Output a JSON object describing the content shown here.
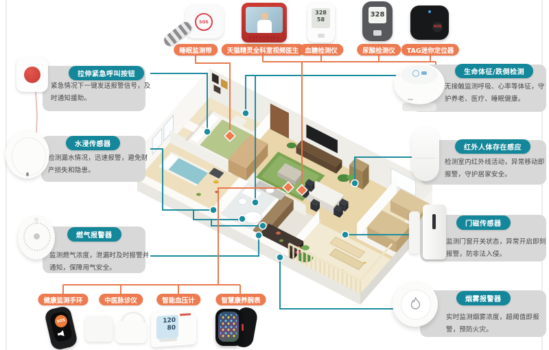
{
  "top_row": {
    "devices": [
      {
        "name": "sleep-monitor-belt",
        "label": "睡眠监测带",
        "badge": "SOS"
      },
      {
        "name": "tmall-genie-video-doctor",
        "label": "天猫精灵全科室视频医生"
      },
      {
        "name": "blood-glucose-meter",
        "label": "血糖检测仪",
        "screen_line1": "328",
        "screen_line2": "58"
      },
      {
        "name": "uric-acid-meter",
        "label": "尿酸检测仪",
        "screen": "328"
      },
      {
        "name": "tag-mini-locator",
        "label": "TAG迷你定位器",
        "badge": "SOS"
      }
    ]
  },
  "left_column": {
    "cards": [
      {
        "name": "pull-emergency-call-button",
        "label": "拉伸紧急呼叫按钮",
        "desc": "紧急情况下一键发送报警信号，及时通知援助。"
      },
      {
        "name": "water-leak-sensor",
        "label": "水浸传感器",
        "desc": "检测漏水情况，迅速报警，避免财产损失和隐患。"
      },
      {
        "name": "gas-alarm",
        "label": "燃气报警器",
        "desc": "监测燃气浓度，泄漏时及时报警并通知，保障用气安全。"
      }
    ]
  },
  "right_column": {
    "cards": [
      {
        "name": "vital-sign-fall-detection",
        "label": "生命体征/跌倒检测",
        "desc": "无接触监测呼吸、心率等体征，守护养老、医疗、睡眠健康。"
      },
      {
        "name": "infrared-presence-sensor",
        "label": "红外人体存在感应",
        "desc": "检测室内红外线活动，异常移动即报警，守护居家安全。"
      },
      {
        "name": "door-magnet-sensor",
        "label": "门磁传感器",
        "desc": "监测门窗开关状态，异常开启即刻报警，防非法入侵。"
      },
      {
        "name": "smoke-alarm",
        "label": "烟雾报警器",
        "desc": "实时监测烟雾浓度，超阈值即报警，预防火灾。"
      }
    ]
  },
  "bottom_row": {
    "devices": [
      {
        "name": "health-monitor-band",
        "label": "健康监测手环",
        "badge": "SOS"
      },
      {
        "name": "tcm-pulse-diagnosis",
        "label": "中医脉诊仪"
      },
      {
        "name": "smart-blood-pressure-monitor",
        "label": "智能血压计",
        "screen_sys": "120",
        "screen_dia": "80"
      },
      {
        "name": "smart-health-watch",
        "label": "智慧康养腕表"
      }
    ]
  },
  "colors": {
    "teal": "#14879a",
    "teal_line": "#1b8b9e",
    "orange": "#ee7a4f",
    "orange_line": "#e8794c",
    "card_gray": "#d8d8d8"
  }
}
